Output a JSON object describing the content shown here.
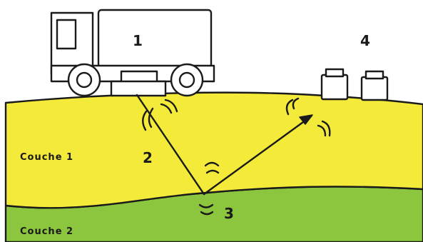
{
  "diagram": {
    "labels": {
      "source": "1",
      "ray": "2",
      "reflection": "3",
      "receivers": "4"
    },
    "layers": {
      "upper": "Couche 1",
      "lower": "Couche 2"
    },
    "colors": {
      "layer_upper": "#f4ea3a",
      "layer_lower": "#8cc63f",
      "ink": "#1a1a1a",
      "background": "#ffffff"
    },
    "icons": [
      "truck-icon",
      "geophone-icon",
      "seismic-wave-icon",
      "arrow-icon"
    ]
  }
}
